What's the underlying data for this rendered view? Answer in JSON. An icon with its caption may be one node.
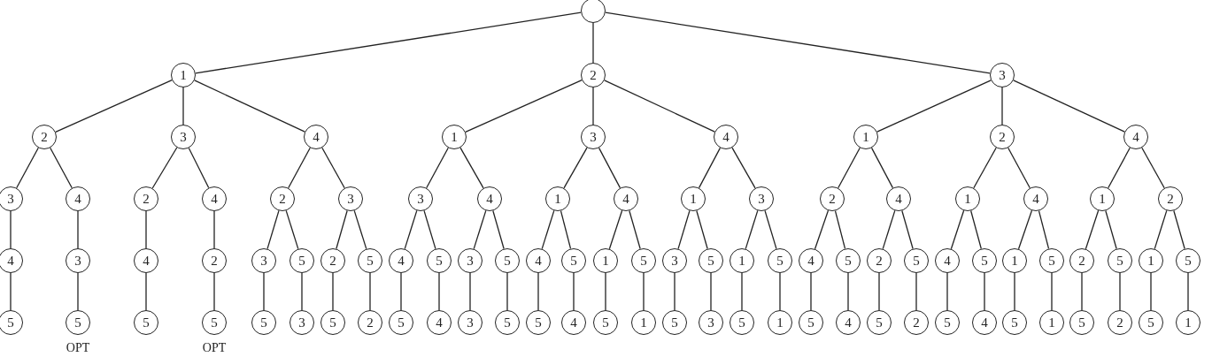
{
  "diagram": {
    "nodes": [
      {
        "text": [],
        "shape": "circle"
      },
      {
        "text": [
          "1"
        ]
      },
      {
        "text": [
          "2"
        ]
      },
      {
        "text": [
          "3"
        ]
      },
      {
        "text": [
          "2"
        ]
      },
      {
        "text": [
          "3"
        ]
      },
      {
        "text": [
          "4"
        ]
      },
      {
        "text": [
          "1"
        ]
      },
      {
        "text": [
          "3"
        ]
      },
      {
        "text": [
          "4"
        ]
      },
      {
        "text": [
          "1"
        ]
      },
      {
        "text": [
          "2"
        ]
      },
      {
        "text": [
          "4"
        ]
      },
      {
        "text": [
          "3"
        ]
      },
      {
        "text": [
          "4"
        ]
      },
      {
        "text": [
          "2"
        ]
      },
      {
        "text": [
          "4"
        ]
      },
      {
        "text": [
          "2"
        ]
      },
      {
        "text": [
          "3"
        ]
      },
      {
        "text": [
          "3"
        ]
      },
      {
        "text": [
          "4"
        ]
      },
      {
        "text": [
          "1"
        ]
      },
      {
        "text": [
          "4"
        ]
      },
      {
        "text": [
          "1"
        ]
      },
      {
        "text": [
          "3"
        ]
      },
      {
        "text": [
          "2"
        ]
      },
      {
        "text": [
          "4"
        ]
      },
      {
        "text": [
          "1"
        ]
      },
      {
        "text": [
          "4"
        ]
      },
      {
        "text": [
          "1"
        ]
      },
      {
        "text": [
          "2"
        ]
      },
      {
        "text": [
          "4"
        ]
      },
      {
        "text": [
          "3"
        ]
      },
      {
        "text": [
          "4"
        ]
      },
      {
        "text": [
          "2"
        ]
      },
      {
        "text": [
          "3"
        ]
      },
      {
        "text": [
          "5"
        ]
      },
      {
        "text": [
          "2"
        ]
      },
      {
        "text": [
          "5"
        ]
      },
      {
        "text": [
          "4"
        ]
      },
      {
        "text": [
          "5"
        ]
      },
      {
        "text": [
          "3"
        ]
      },
      {
        "text": [
          "5"
        ]
      },
      {
        "text": [
          "4"
        ]
      },
      {
        "text": [
          "5"
        ]
      },
      {
        "text": [
          "1"
        ]
      },
      {
        "text": [
          "5"
        ]
      },
      {
        "text": [
          "3"
        ]
      },
      {
        "text": [
          "5"
        ]
      },
      {
        "text": [
          "1"
        ]
      },
      {
        "text": [
          "5"
        ]
      },
      {
        "text": [
          "4"
        ]
      },
      {
        "text": [
          "5"
        ]
      },
      {
        "text": [
          "2"
        ]
      },
      {
        "text": [
          "5"
        ]
      },
      {
        "text": [
          "4"
        ]
      },
      {
        "text": [
          "5"
        ]
      },
      {
        "text": [
          "1"
        ]
      },
      {
        "text": [
          "5"
        ]
      },
      {
        "text": [
          "2"
        ]
      },
      {
        "text": [
          "5"
        ]
      },
      {
        "text": [
          "1"
        ]
      },
      {
        "text": [
          "5"
        ]
      },
      {
        "text": [
          "5"
        ]
      },
      {
        "text": [
          "5"
        ]
      },
      {
        "text": [
          "5"
        ]
      },
      {
        "text": [
          "5"
        ]
      },
      {
        "text": [
          "5"
        ]
      },
      {
        "text": [
          "3"
        ]
      },
      {
        "text": [
          "5"
        ]
      },
      {
        "text": [
          "2"
        ]
      },
      {
        "text": [
          "5"
        ]
      },
      {
        "text": [
          "4"
        ]
      },
      {
        "text": [
          "3"
        ]
      },
      {
        "text": [
          "5"
        ]
      },
      {
        "text": [
          "5"
        ]
      },
      {
        "text": [
          "4"
        ]
      },
      {
        "text": [
          "5"
        ]
      },
      {
        "text": [
          "1"
        ]
      },
      {
        "text": [
          "5"
        ]
      },
      {
        "text": [
          "3"
        ]
      },
      {
        "text": [
          "5"
        ]
      },
      {
        "text": [
          "1"
        ]
      },
      {
        "text": [
          "5"
        ]
      },
      {
        "text": [
          "4"
        ]
      },
      {
        "text": [
          "5"
        ]
      },
      {
        "text": [
          "2"
        ]
      },
      {
        "text": [
          "5"
        ]
      },
      {
        "text": [
          "4"
        ]
      },
      {
        "text": [
          "5"
        ]
      },
      {
        "text": [
          "1"
        ]
      },
      {
        "text": [
          "5"
        ]
      },
      {
        "text": [
          "2"
        ]
      },
      {
        "text": [
          "5"
        ]
      },
      {
        "text": [
          "1"
        ]
      }
    ],
    "edges": [
      {
        "from": 0,
        "to": 1,
        "arrow": "none"
      },
      {
        "from": 0,
        "to": 2,
        "arrow": "none"
      },
      {
        "from": 0,
        "to": 3,
        "arrow": "none"
      },
      {
        "from": 1,
        "to": 4,
        "arrow": "none"
      },
      {
        "from": 1,
        "to": 5,
        "arrow": "none"
      },
      {
        "from": 1,
        "to": 6,
        "arrow": "none"
      },
      {
        "from": 2,
        "to": 7,
        "arrow": "none"
      },
      {
        "from": 2,
        "to": 8,
        "arrow": "none"
      },
      {
        "from": 2,
        "to": 9,
        "arrow": "none"
      },
      {
        "from": 3,
        "to": 10,
        "arrow": "none"
      },
      {
        "from": 3,
        "to": 11,
        "arrow": "none"
      },
      {
        "from": 3,
        "to": 12,
        "arrow": "none"
      },
      {
        "from": 4,
        "to": 13,
        "arrow": "none"
      },
      {
        "from": 4,
        "to": 14,
        "arrow": "none"
      },
      {
        "from": 5,
        "to": 15,
        "arrow": "none"
      },
      {
        "from": 5,
        "to": 16,
        "arrow": "none"
      },
      {
        "from": 6,
        "to": 17,
        "arrow": "none"
      },
      {
        "from": 6,
        "to": 18,
        "arrow": "none"
      },
      {
        "from": 7,
        "to": 19,
        "arrow": "none"
      },
      {
        "from": 7,
        "to": 20,
        "arrow": "none"
      },
      {
        "from": 8,
        "to": 21,
        "arrow": "none"
      },
      {
        "from": 8,
        "to": 22,
        "arrow": "none"
      },
      {
        "from": 9,
        "to": 23,
        "arrow": "none"
      },
      {
        "from": 9,
        "to": 24,
        "arrow": "none"
      },
      {
        "from": 10,
        "to": 25,
        "arrow": "none"
      },
      {
        "from": 10,
        "to": 26,
        "arrow": "none"
      },
      {
        "from": 11,
        "to": 27,
        "arrow": "none"
      },
      {
        "from": 11,
        "to": 28,
        "arrow": "none"
      },
      {
        "from": 12,
        "to": 29,
        "arrow": "none"
      },
      {
        "from": 12,
        "to": 30,
        "arrow": "none"
      },
      {
        "from": 13,
        "to": 31,
        "arrow": "none"
      },
      {
        "from": 14,
        "to": 32,
        "arrow": "none"
      },
      {
        "from": 15,
        "to": 33,
        "arrow": "none"
      },
      {
        "from": 16,
        "to": 34,
        "arrow": "none"
      },
      {
        "from": 17,
        "to": 35,
        "arrow": "none"
      },
      {
        "from": 17,
        "to": 36,
        "arrow": "none"
      },
      {
        "from": 18,
        "to": 37,
        "arrow": "none"
      },
      {
        "from": 18,
        "to": 38,
        "arrow": "none"
      },
      {
        "from": 19,
        "to": 39,
        "arrow": "none"
      },
      {
        "from": 19,
        "to": 40,
        "arrow": "none"
      },
      {
        "from": 20,
        "to": 41,
        "arrow": "none"
      },
      {
        "from": 20,
        "to": 42,
        "arrow": "none"
      },
      {
        "from": 21,
        "to": 43,
        "arrow": "none"
      },
      {
        "from": 21,
        "to": 44,
        "arrow": "none"
      },
      {
        "from": 22,
        "to": 45,
        "arrow": "none"
      },
      {
        "from": 22,
        "to": 46,
        "arrow": "none"
      },
      {
        "from": 23,
        "to": 47,
        "arrow": "none"
      },
      {
        "from": 23,
        "to": 48,
        "arrow": "none"
      },
      {
        "from": 24,
        "to": 49,
        "arrow": "none"
      },
      {
        "from": 24,
        "to": 50,
        "arrow": "none"
      },
      {
        "from": 25,
        "to": 51,
        "arrow": "none"
      },
      {
        "from": 25,
        "to": 52,
        "arrow": "none"
      },
      {
        "from": 26,
        "to": 53,
        "arrow": "none"
      },
      {
        "from": 26,
        "to": 54,
        "arrow": "none"
      },
      {
        "from": 27,
        "to": 55,
        "arrow": "none"
      },
      {
        "from": 27,
        "to": 56,
        "arrow": "none"
      },
      {
        "from": 28,
        "to": 57,
        "arrow": "none"
      },
      {
        "from": 28,
        "to": 58,
        "arrow": "none"
      },
      {
        "from": 29,
        "to": 59,
        "arrow": "none"
      },
      {
        "from": 29,
        "to": 60,
        "arrow": "none"
      },
      {
        "from": 30,
        "to": 61,
        "arrow": "none"
      },
      {
        "from": 30,
        "to": 62,
        "arrow": "none"
      },
      {
        "from": 31,
        "to": 63,
        "arrow": "none"
      },
      {
        "from": 32,
        "to": 64,
        "arrow": "none"
      },
      {
        "from": 33,
        "to": 65,
        "arrow": "none"
      },
      {
        "from": 34,
        "to": 66,
        "arrow": "none"
      },
      {
        "from": 35,
        "to": 67,
        "arrow": "none"
      },
      {
        "from": 36,
        "to": 68,
        "arrow": "none"
      },
      {
        "from": 37,
        "to": 69,
        "arrow": "none"
      },
      {
        "from": 38,
        "to": 70,
        "arrow": "none"
      },
      {
        "from": 39,
        "to": 71,
        "arrow": "none"
      },
      {
        "from": 40,
        "to": 72,
        "arrow": "none"
      },
      {
        "from": 41,
        "to": 73,
        "arrow": "none"
      },
      {
        "from": 42,
        "to": 74,
        "arrow": "none"
      },
      {
        "from": 43,
        "to": 75,
        "arrow": "none"
      },
      {
        "from": 44,
        "to": 76,
        "arrow": "none"
      },
      {
        "from": 45,
        "to": 77,
        "arrow": "none"
      },
      {
        "from": 46,
        "to": 78,
        "arrow": "none"
      },
      {
        "from": 47,
        "to": 79,
        "arrow": "none"
      },
      {
        "from": 48,
        "to": 80,
        "arrow": "none"
      },
      {
        "from": 49,
        "to": 81,
        "arrow": "none"
      },
      {
        "from": 50,
        "to": 82,
        "arrow": "none"
      },
      {
        "from": 51,
        "to": 83,
        "arrow": "none"
      },
      {
        "from": 52,
        "to": 84,
        "arrow": "none"
      },
      {
        "from": 53,
        "to": 85,
        "arrow": "none"
      },
      {
        "from": 54,
        "to": 86,
        "arrow": "none"
      },
      {
        "from": 55,
        "to": 87,
        "arrow": "none"
      },
      {
        "from": 56,
        "to": 88,
        "arrow": "none"
      },
      {
        "from": 57,
        "to": 89,
        "arrow": "none"
      },
      {
        "from": 58,
        "to": 90,
        "arrow": "none"
      },
      {
        "from": 59,
        "to": 91,
        "arrow": "none"
      },
      {
        "from": 60,
        "to": 92,
        "arrow": "none"
      },
      {
        "from": 61,
        "to": 93,
        "arrow": "none"
      },
      {
        "from": 62,
        "to": 94,
        "arrow": "none"
      }
    ],
    "labels": [
      "OPT",
      "OPT"
    ]
  }
}
